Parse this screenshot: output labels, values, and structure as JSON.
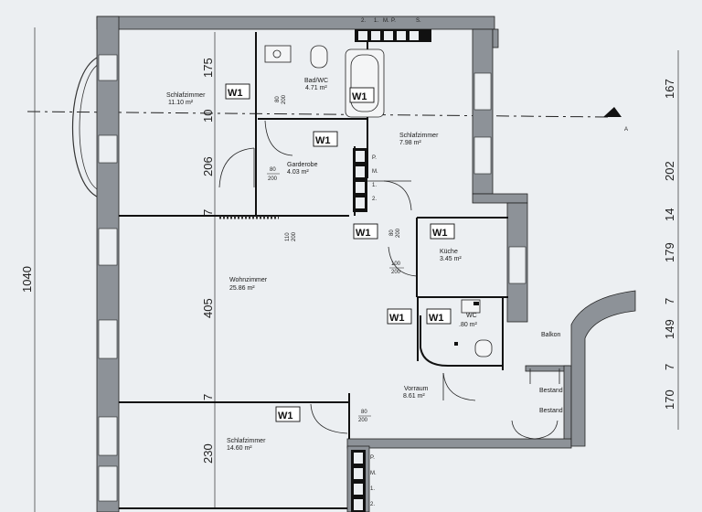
{
  "rooms": {
    "schlaf1": {
      "name": "Schlafzimmer",
      "area": "11.10 m²"
    },
    "bad": {
      "name": "Bad/WC",
      "area": "4.71 m²"
    },
    "garderobe": {
      "name": "Garderobe",
      "area": "4.03 m²"
    },
    "schlaf2": {
      "name": "Schlafzimmer",
      "area": "7.98 m²"
    },
    "wohn": {
      "name": "Wohnzimmer",
      "area": "25.86 m²"
    },
    "kueche": {
      "name": "Küche",
      "area": "3.45 m²"
    },
    "wc": {
      "name": "WC",
      "area": ".80 m²"
    },
    "vorraum": {
      "name": "Vorraum",
      "area": "8.61 m²"
    },
    "schlaf3": {
      "name": "Schlafzimmer",
      "area": "14.60 m²"
    },
    "balkon": {
      "name": "Balkon"
    },
    "bestand1": {
      "name": "Bestand"
    },
    "bestand2": {
      "name": "Bestand"
    }
  },
  "vents_top": [
    "2.",
    "1.",
    "M.",
    "P.",
    "S."
  ],
  "vent_stack": [
    "P.",
    "M.",
    "1.",
    "2."
  ],
  "w1": "W1",
  "dims_left": {
    "d175": "175",
    "d10": "10",
    "d206": "206",
    "d7a": "7",
    "d405": "405",
    "d7b": "7",
    "d230": "230",
    "total": "1040"
  },
  "dims_right": {
    "d167": "167",
    "d202": "202",
    "d14": "14",
    "d179": "179",
    "d7a": "7",
    "d149": "149",
    "d7b": "7",
    "d170": "170"
  },
  "door_labels": {
    "bad_top": "80",
    "bad_bot": "200",
    "gard_top": "80",
    "gard_bot": "200",
    "wohn_top": "110",
    "wohn_bot": "200",
    "gang_top": "80",
    "gang_bot": "200",
    "kue_top": "100",
    "kue_bot": "200",
    "schl3_top": "80",
    "schl3_bot": "200"
  },
  "section_mark": "A"
}
